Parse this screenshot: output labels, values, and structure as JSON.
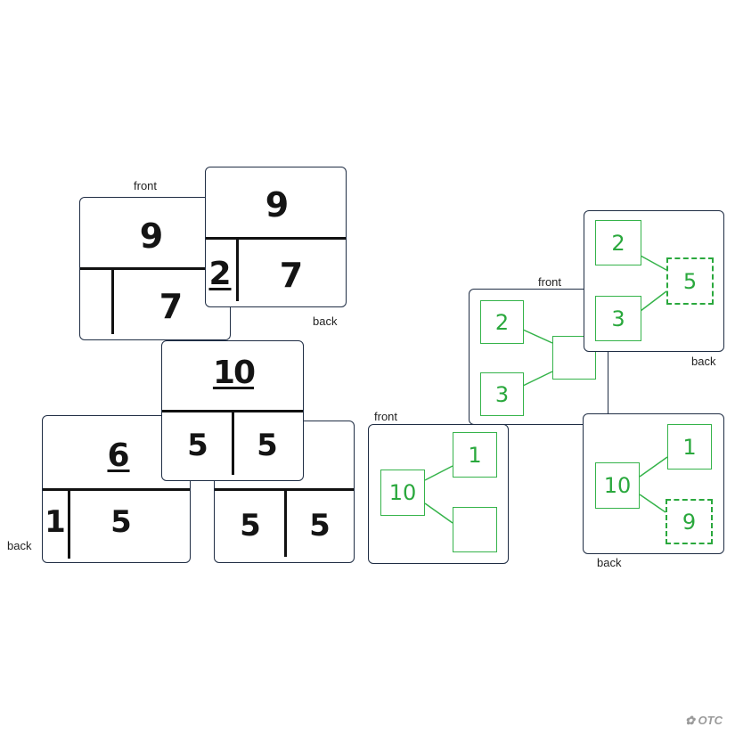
{
  "captions": {
    "left_front": "front",
    "left_back_top": "back",
    "left_back_bottom": "back",
    "right_front_top": "front",
    "right_back_top": "back",
    "right_front_bottom": "front",
    "right_back_bottom": "back"
  },
  "bar_cards": {
    "card_9_front": {
      "whole": "9",
      "part_a": "",
      "part_b": "7"
    },
    "card_9_back": {
      "whole": "9",
      "part_a": "2",
      "part_b": "7"
    },
    "card_10_front": {
      "whole": "10",
      "part_a": "5",
      "part_b": "5"
    },
    "card_6_back": {
      "whole": "6",
      "part_a": "1",
      "part_b": "5"
    },
    "card_10_back": {
      "whole": "",
      "part_a": "5",
      "part_b": "5"
    }
  },
  "bond_cards": {
    "top_front": {
      "part_a": "2",
      "part_b": "3",
      "whole": ""
    },
    "top_back": {
      "part_a": "2",
      "part_b": "3",
      "whole": "5"
    },
    "bottom_front": {
      "whole": "10",
      "part_a": "1",
      "part_b": ""
    },
    "bottom_back": {
      "whole": "10",
      "part_a": "1",
      "part_b": "9"
    }
  },
  "logo": {
    "text": "OTC"
  },
  "colors": {
    "green": "#2aa83d",
    "ink": "#141414",
    "border": "#1f2d44"
  }
}
